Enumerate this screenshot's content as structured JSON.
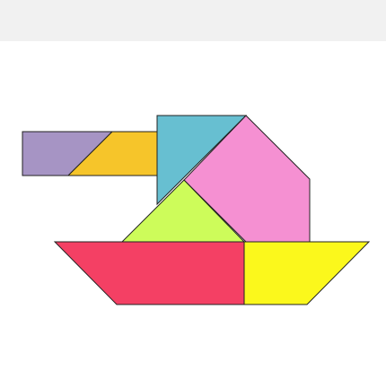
{
  "puzzle": {
    "name": "tangram",
    "pieces": [
      {
        "id": "parallelogram-purple-yellow-a",
        "color": "#a694c4"
      },
      {
        "id": "parallelogram-purple-yellow-b",
        "color": "#f6c52a"
      },
      {
        "id": "triangle-cyan",
        "color": "#67bfd1"
      },
      {
        "id": "pink-hexagon",
        "color": "#f590d2"
      },
      {
        "id": "triangle-lime",
        "color": "#cdfc5a"
      },
      {
        "id": "trapezoid-red",
        "color": "#f44064"
      },
      {
        "id": "trapezoid-yellow",
        "color": "#fbf81c"
      }
    ]
  }
}
